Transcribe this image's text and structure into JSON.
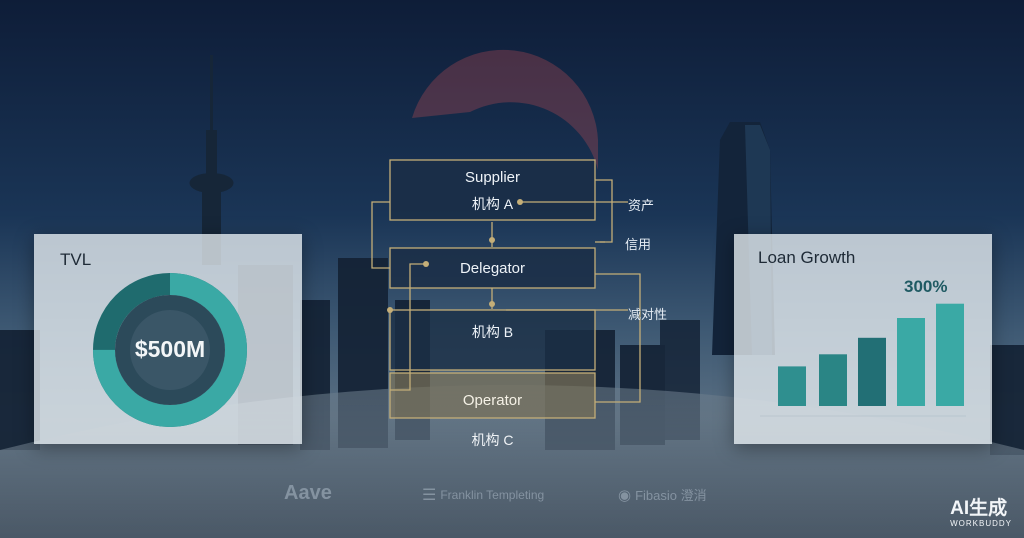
{
  "tvl_card": {
    "title": "TVL",
    "value": "$500M",
    "ring_fill_fraction": 0.75,
    "ring_color": "#3aa9a5"
  },
  "loan_card": {
    "title": "Loan Growth",
    "growth": "300%",
    "bar_values": [
      0.36,
      0.47,
      0.62,
      0.8,
      0.93
    ],
    "bar_colors": [
      "#2f8f8f",
      "#2a8585",
      "#226f75",
      "#3aa9a5",
      "#3aa9a5"
    ]
  },
  "diagram": {
    "supplier_label": "Supplier",
    "org_a_label": "机构 A",
    "delegator_label": "Delegator",
    "org_b_label": "机构 B",
    "operator_label": "Operator",
    "org_c_label": "机构 C",
    "assets_label": "资产",
    "credit_label": "信用",
    "reduce_label": "减对性",
    "line_color": "#c4ae78"
  },
  "logos": {
    "aave": "Aave",
    "franklin": "Franklin Templeting",
    "third": "Fibasio 澄消"
  },
  "watermark": {
    "main": "AI生成",
    "sub": "WORKBUDDY"
  }
}
